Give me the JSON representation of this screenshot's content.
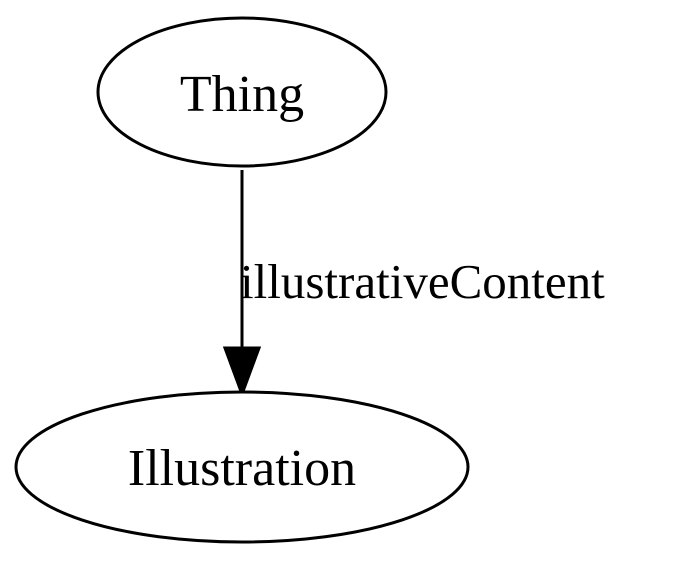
{
  "diagram": {
    "nodes": [
      {
        "id": "thing",
        "label": "Thing"
      },
      {
        "id": "illustration",
        "label": "Illustration"
      }
    ],
    "edges": [
      {
        "from": "thing",
        "to": "illustration",
        "label": "illustrativeContent"
      }
    ]
  },
  "colors": {
    "stroke": "#000000",
    "fill": "#ffffff",
    "text": "#000000"
  }
}
